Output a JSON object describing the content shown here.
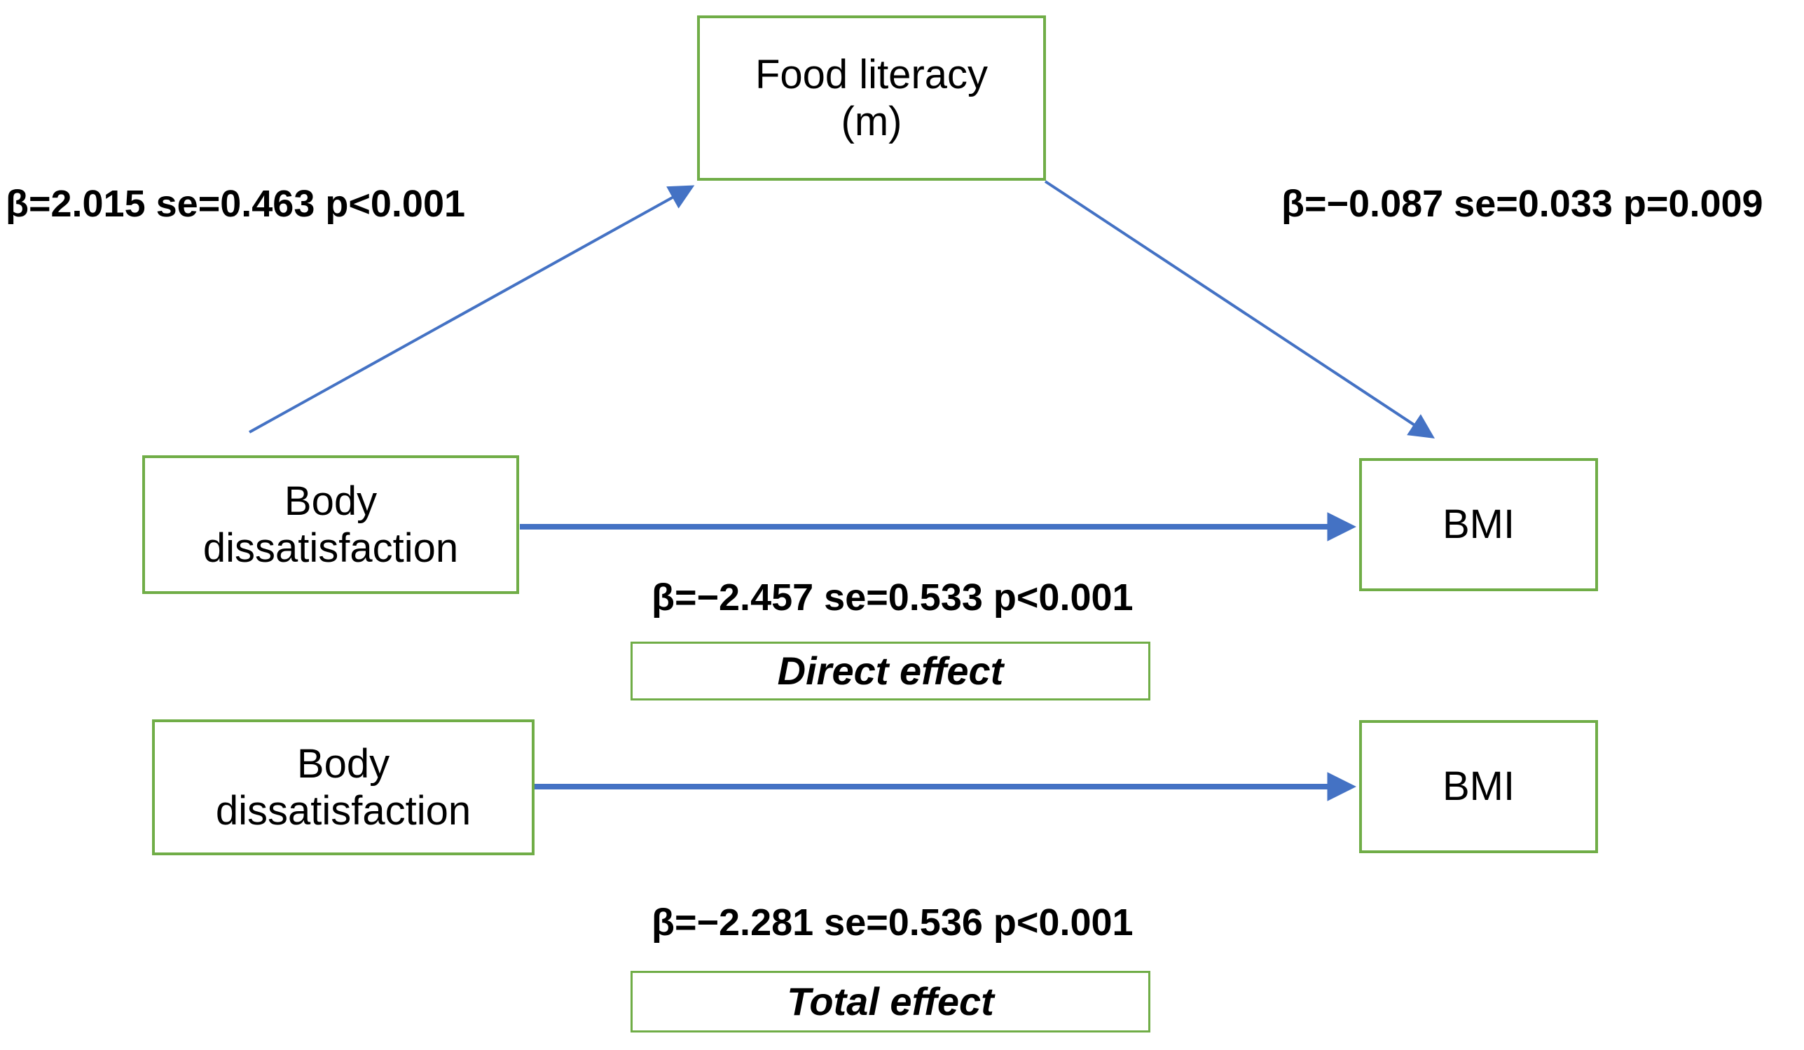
{
  "diagram": {
    "type": "mediation-path-diagram",
    "colors": {
      "node_border": "#70AD47",
      "arrow": "#4472C4",
      "text": "#000000",
      "background": "#FFFFFF"
    },
    "nodes": [
      {
        "id": "mediator",
        "label": "Food literacy\n(m)",
        "role": "mediator"
      },
      {
        "id": "predictor_top",
        "label": "Body\ndissatisfaction",
        "role": "predictor"
      },
      {
        "id": "outcome_top",
        "label": "BMI",
        "role": "outcome"
      },
      {
        "id": "predictor_bottom",
        "label": "Body\ndissatisfaction",
        "role": "predictor"
      },
      {
        "id": "outcome_bottom",
        "label": "BMI",
        "role": "outcome"
      }
    ],
    "paths": [
      {
        "id": "path-a",
        "from": "predictor_top",
        "to": "mediator",
        "stat": "β=2.015 se=0.463 p<0.001",
        "beta": 2.015,
        "se": 0.463,
        "p": "<0.001"
      },
      {
        "id": "path-b",
        "from": "mediator",
        "to": "outcome_top",
        "stat": "β=−0.087 se=0.033 p=0.009",
        "beta": -0.087,
        "se": 0.033,
        "p": "0.009"
      },
      {
        "id": "path-direct",
        "from": "predictor_top",
        "to": "outcome_top",
        "stat": "β=−2.457 se=0.533 p<0.001",
        "beta": -2.457,
        "se": 0.533,
        "p": "<0.001",
        "effect_label": "Direct effect"
      },
      {
        "id": "path-total",
        "from": "predictor_bottom",
        "to": "outcome_bottom",
        "stat": "β=−2.281 se=0.536 p<0.001",
        "beta": -2.281,
        "se": 0.536,
        "p": "<0.001",
        "effect_label": "Total effect"
      }
    ],
    "effect_boxes": [
      {
        "id": "direct",
        "label": "Direct effect"
      },
      {
        "id": "total",
        "label": "Total effect"
      }
    ],
    "arrow_icons": {
      "a_path": "arrow-up-right-icon",
      "b_path": "arrow-down-right-icon",
      "direct_path": "arrow-right-icon",
      "total_path": "arrow-right-icon"
    }
  }
}
